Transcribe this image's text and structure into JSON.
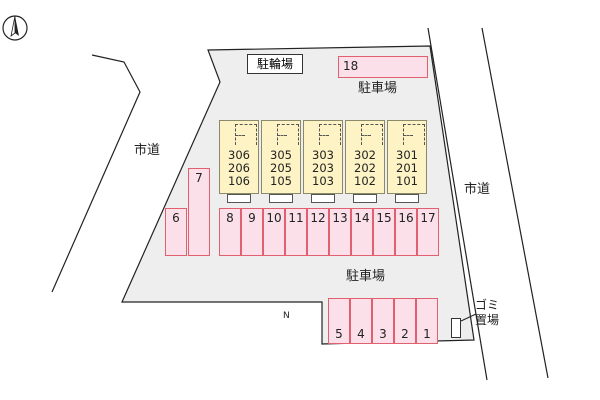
{
  "map": {
    "labels": {
      "road_left": "市道",
      "road_right": "市道",
      "bicycle_parking": "駐輪場",
      "parking_top": "駐車場",
      "parking_center": "駐車場",
      "garbage_line1": "ゴミ",
      "garbage_line2": "置場",
      "north": "N"
    },
    "units": [
      {
        "rooms": [
          "306",
          "206",
          "106"
        ]
      },
      {
        "rooms": [
          "305",
          "205",
          "105"
        ]
      },
      {
        "rooms": [
          "303",
          "203",
          "103"
        ]
      },
      {
        "rooms": [
          "302",
          "202",
          "102"
        ]
      },
      {
        "rooms": [
          "301",
          "201",
          "101"
        ]
      }
    ],
    "parking_spaces": {
      "top_right": "18",
      "left_tall": "7",
      "left_short": "6",
      "middle_row": [
        "8",
        "9",
        "10",
        "11",
        "12",
        "13",
        "14",
        "15",
        "16",
        "17"
      ],
      "bottom_row": [
        "5",
        "4",
        "3",
        "2",
        "1"
      ]
    },
    "colors": {
      "lot_fill": "#eeeeee",
      "parking_fill": "#fbe0ea",
      "parking_border": "#e0606f",
      "building_fill": "#fdf3c4"
    }
  }
}
